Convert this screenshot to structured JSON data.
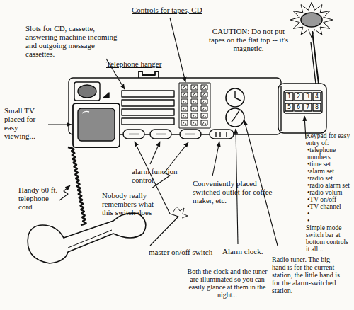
{
  "diagram": {
    "labels": [
      "Slots for CD, cassette, answering machine incoming and outgoing message cassettes.",
      "Controls for tapes, CD",
      "Telephone hanger",
      "CAUTION: Do not put tapes on the flat top -- it's magnetic.",
      "Small TV placed for easy viewing...",
      "Keypad for easy entry of:",
      "•telephone numbers",
      "•time set",
      "•alarm set",
      "•radio set",
      "•radio alarm set",
      "•radio volum",
      "•TV on/off",
      "•TV channel",
      "•",
      "•",
      "Simple mode switch bar at bottom controls it all...",
      "Handy 60 ft. telephone cord",
      "alarm function control",
      "Nobody really remembers what this switch does",
      "Conveniently placed switched outlet for coffee maker, etc.",
      "master on/off switch",
      "Alarm clock.",
      "Radio tuner. The big hand is for the current station, the little hand is for the alarm-switched station.",
      "Both the clock and the tuner are illuminated so you can easily glance at them in the night...",
      "1",
      "2",
      "3",
      "4",
      "5",
      "6",
      "7",
      "8"
    ]
  }
}
